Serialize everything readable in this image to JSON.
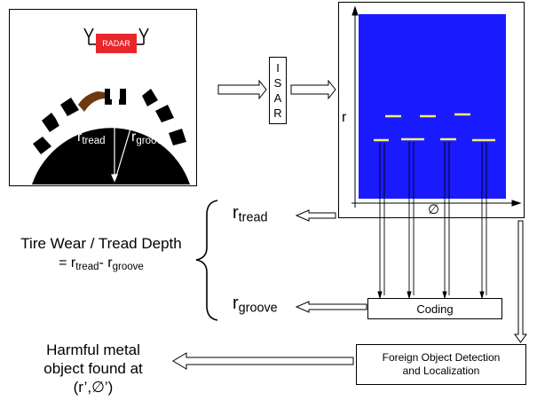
{
  "radar_panel": {
    "radar_label": "RADAR",
    "r_tread_main": "r",
    "r_tread_sub": "tread",
    "r_groove_main": "r",
    "r_groove_sub": "groove"
  },
  "isar": {
    "letters": [
      "I",
      "S",
      "A",
      "R"
    ]
  },
  "plot": {
    "y_axis_label": "r",
    "x_axis_label": "∅"
  },
  "outputs": {
    "r_tread_main": "r",
    "r_tread_sub": "tread",
    "r_groove_main": "r",
    "r_groove_sub": "groove",
    "coding_label": "Coding"
  },
  "wear_formula": {
    "line1": "Tire Wear / Tread Depth",
    "eq_prefix": "= r",
    "eq_sub1": "tread",
    "eq_mid": "- r",
    "eq_sub2": "groove"
  },
  "foreign_object": {
    "box_line1": "Foreign Object Detection",
    "box_line2": "and Localization",
    "result_line1": "Harmful metal",
    "result_line2": "object found at",
    "result_line3": "(r’,∅’)"
  },
  "colors": {
    "radar_red": "#e8262b",
    "plot_blue": "#1a1aff",
    "marker_yellow": "#f5ef73",
    "tire_black": "#000000",
    "debris_brown": "#6b3a12"
  }
}
